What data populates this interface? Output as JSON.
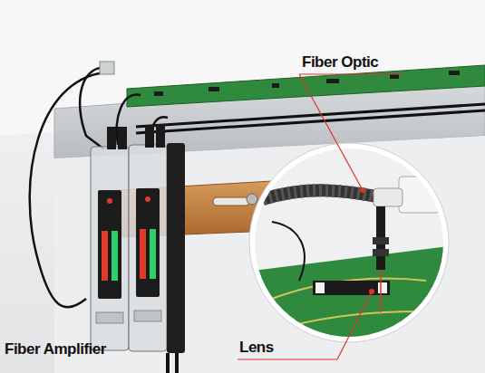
{
  "diagram": {
    "labels": [
      "Fiber Optic",
      "Lens",
      "Fiber Amplifier"
    ]
  }
}
